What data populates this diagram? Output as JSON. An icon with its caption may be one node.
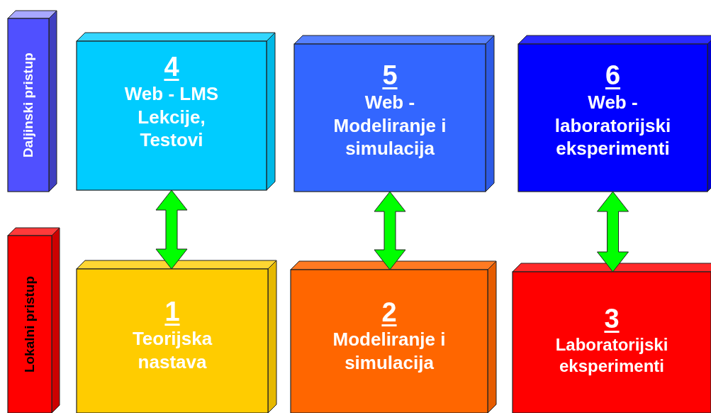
{
  "diagram": {
    "nodes": [
      {
        "text": [
          "Daljinski pristup"
        ]
      },
      {
        "text": [
          "4",
          "Web - LMS Lekcije, Testovi"
        ]
      },
      {
        "text": [
          "5",
          "Web - Modeliranje i simulacija"
        ]
      },
      {
        "text": [
          "6",
          "Web - laboratorijski eksperimenti"
        ]
      },
      {
        "text": [
          "Lokalni pristup"
        ]
      },
      {
        "text": [
          "1",
          "Teorijska nastava"
        ]
      },
      {
        "text": [
          "2",
          "Modeliranje i simulacija"
        ]
      },
      {
        "text": [
          "3",
          "Laboratorijski eksperimenti"
        ]
      }
    ],
    "edges": [
      {
        "from": 1,
        "to": 5,
        "arrow": "both"
      },
      {
        "from": 2,
        "to": 6,
        "arrow": "both"
      },
      {
        "from": 3,
        "to": 7,
        "arrow": "both"
      }
    ]
  }
}
